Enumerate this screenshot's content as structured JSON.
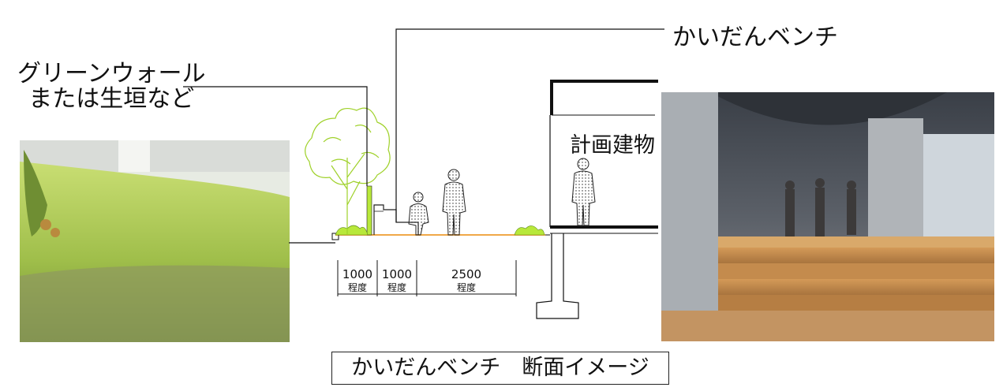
{
  "labels": {
    "green_wall_line1": "グリーンウォール",
    "green_wall_line2": "または生垣など",
    "kaidan_bench": "かいだんベンチ",
    "planned_building": "計画建物"
  },
  "dimensions": [
    {
      "value": "1000",
      "unit": "程度"
    },
    {
      "value": "1000",
      "unit": "程度"
    },
    {
      "value": "2500",
      "unit": "程度"
    }
  ],
  "caption": "かいだんベンチ　断面イメージ",
  "photos": {
    "hedge": "hedge-photo",
    "stair_bench": "stair-bench-photo"
  },
  "colors": {
    "tree": "#b8e83a",
    "ground": "#f0a848",
    "hedge": "#9cc24a",
    "line": "#111111"
  }
}
